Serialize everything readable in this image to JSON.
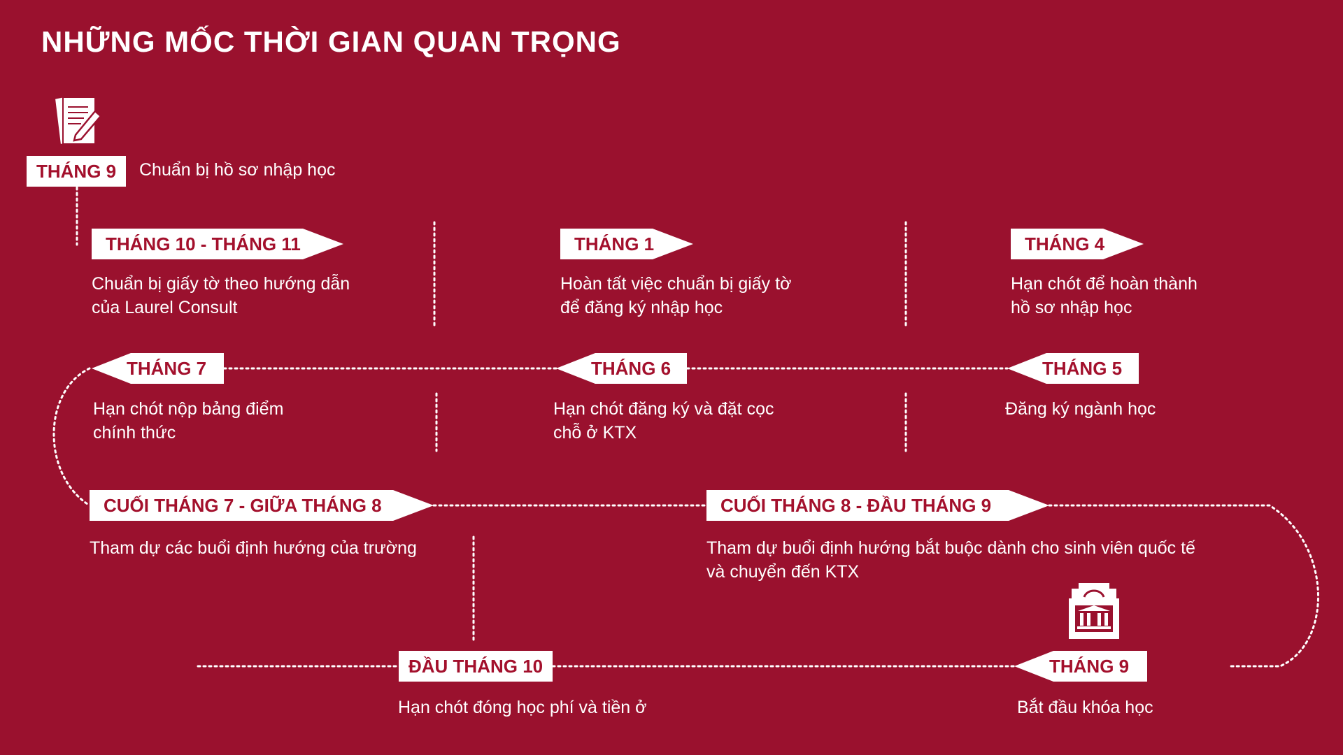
{
  "title": "NHỮNG MỐC THỜI GIAN QUAN TRỌNG",
  "colors": {
    "background": "#9a112e",
    "label_bg": "#ffffff",
    "label_text": "#a3102c",
    "text": "#ffffff"
  },
  "icons": [
    "document-pen-icon",
    "university-building-icon"
  ],
  "milestones": [
    {
      "label": "THÁNG 9",
      "lines": [
        "Chuẩn bị hồ sơ nhập học"
      ]
    },
    {
      "label": "THÁNG 10 - THÁNG 11",
      "lines": [
        "Chuẩn bị giấy tờ theo hướng dẫn",
        "của Laurel Consult"
      ]
    },
    {
      "label": "THÁNG 1",
      "lines": [
        "Hoàn tất việc chuẩn bị giấy tờ",
        "để đăng ký nhập học"
      ]
    },
    {
      "label": "THÁNG 4",
      "lines": [
        "Hạn chót để hoàn thành",
        "hồ sơ nhập học"
      ]
    },
    {
      "label": "THÁNG 5",
      "lines": [
        "Đăng ký ngành học"
      ]
    },
    {
      "label": "THÁNG 6",
      "lines": [
        "Hạn chót đăng ký và đặt cọc",
        "chỗ ở KTX"
      ]
    },
    {
      "label": "THÁNG 7",
      "lines": [
        "Hạn chót nộp bảng điểm",
        "chính thức"
      ]
    },
    {
      "label": "CUỐI THÁNG 7 - GIỮA THÁNG 8",
      "lines": [
        "Tham dự các buổi định hướng của trường"
      ]
    },
    {
      "label": "CUỐI THÁNG 8 - ĐẦU THÁNG 9",
      "lines": [
        "Tham dự buổi định hướng bắt buộc dành cho sinh viên quốc tế",
        "và chuyển đến KTX"
      ]
    },
    {
      "label": "THÁNG 9",
      "lines": [
        "Bắt đầu khóa học"
      ]
    },
    {
      "label": "ĐẦU THÁNG 10",
      "lines": [
        "Hạn chót đóng học phí và tiền ở"
      ]
    }
  ]
}
